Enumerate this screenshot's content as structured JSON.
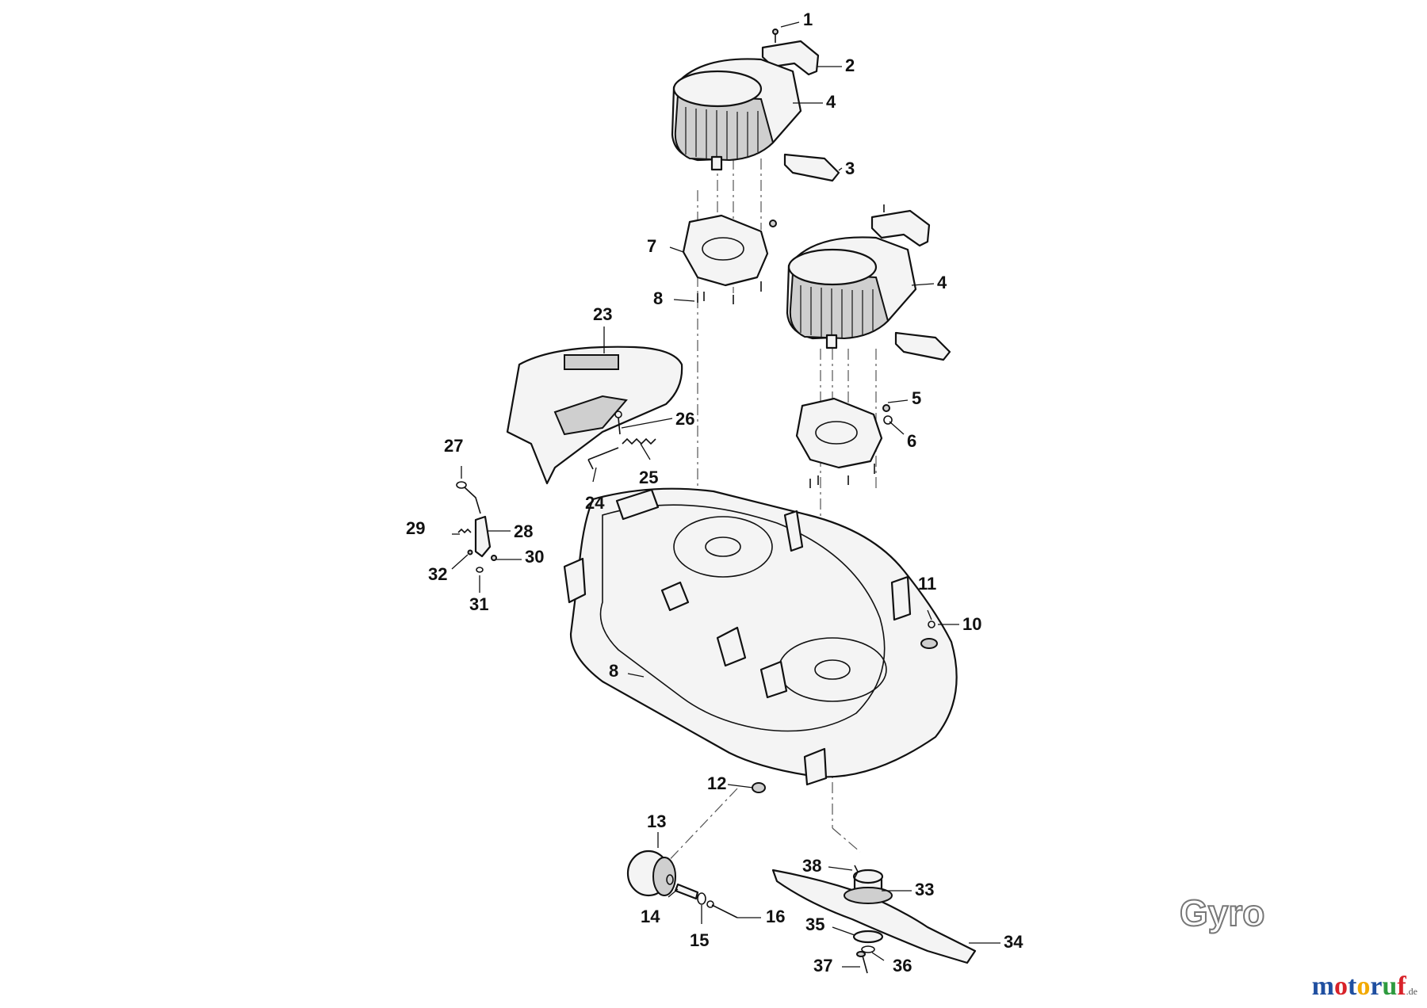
{
  "diagram": {
    "brand_label": "Gyro",
    "callouts": [
      "1",
      "2",
      "3",
      "4",
      "4",
      "5",
      "6",
      "7",
      "8",
      "8",
      "10",
      "11",
      "12",
      "13",
      "14",
      "15",
      "16",
      "23",
      "24",
      "25",
      "26",
      "27",
      "28",
      "29",
      "30",
      "31",
      "32",
      "33",
      "34",
      "35",
      "36",
      "37",
      "38"
    ]
  },
  "watermark": {
    "letters": [
      "m",
      "o",
      "t",
      "o",
      "r",
      "u",
      "f"
    ],
    "letter_colors": [
      "#1f4fa0",
      "#d8232a",
      "#1f4fa0",
      "#f2a900",
      "#1f4fa0",
      "#2e9b3f",
      "#d8232a"
    ],
    "suffix": ".de"
  }
}
